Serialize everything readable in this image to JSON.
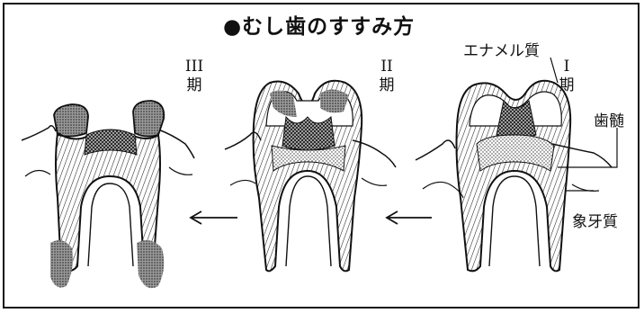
{
  "title": "●むし歯のすすみ方",
  "labels": {
    "enamel": "エナメル質",
    "pulp": "歯髄",
    "dentin": "象牙質"
  },
  "stages": [
    {
      "numeral": "III",
      "suffix": "期"
    },
    {
      "numeral": "II",
      "suffix": "期"
    },
    {
      "numeral": "I",
      "suffix": "期"
    }
  ],
  "icons": {
    "arrow": "left-arrow-icon"
  }
}
